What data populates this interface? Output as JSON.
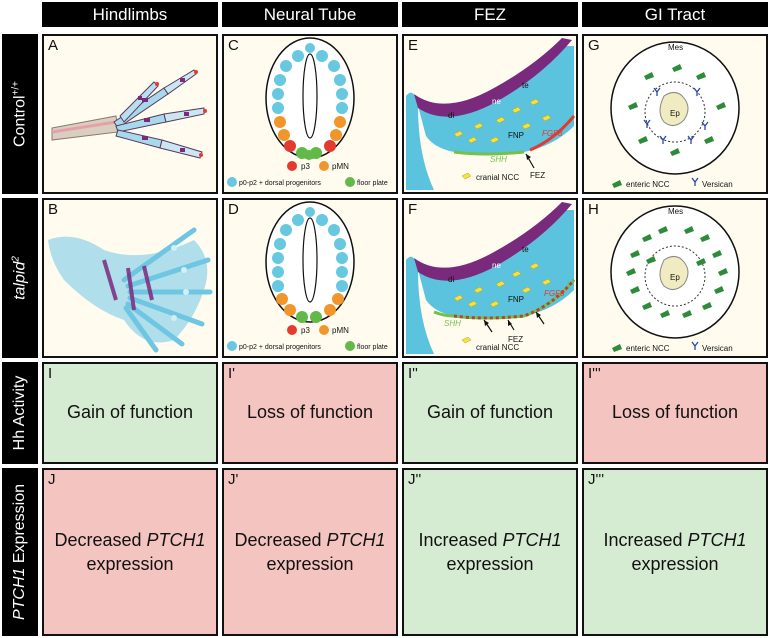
{
  "columns": [
    "Hindlimbs",
    "Neural Tube",
    "FEZ",
    "GI Tract"
  ],
  "rows": {
    "control": "Control",
    "control_sup": "+/+",
    "talpid": "talpid",
    "talpid_sup": "2",
    "hh": "Hh Activity",
    "ptch_italic": "PTCH1",
    "ptch_rest": " Expression"
  },
  "panel_letters": {
    "A": "A",
    "B": "B",
    "C": "C",
    "D": "D",
    "E": "E",
    "F": "F",
    "G": "G",
    "H": "H",
    "I": "I",
    "I1": "I'",
    "I2": "I''",
    "I3": "I'''",
    "J": "J",
    "J1": "J'",
    "J2": "J''",
    "J3": "J'''"
  },
  "neural_tube_legend": {
    "p3": "p3",
    "pmn": "pMN",
    "dorsal": "p0-p2 + dorsal progenitors",
    "floor": "floor plate"
  },
  "fez_labels": {
    "te": "te",
    "ne": "ne",
    "di": "di",
    "fnp": "FNP",
    "shh": "SHH",
    "fgf8": "FGF8",
    "fez": "FEZ",
    "ncc": "cranial NCC"
  },
  "gi_labels": {
    "mes": "Mes",
    "ep": "Ep",
    "enteric": "enteric NCC",
    "versican": "Versican"
  },
  "hh_activity": [
    "Gain of function",
    "Loss of function",
    "Gain of function",
    "Loss of function"
  ],
  "ptch_expression": [
    {
      "pre": "Decreased ",
      "gene": "PTCH1",
      "post": "expression"
    },
    {
      "pre": "Decreased ",
      "gene": "PTCH1",
      "post": "expression"
    },
    {
      "pre": "Increased ",
      "gene": "PTCH1",
      "post": "expression"
    },
    {
      "pre": "Increased ",
      "gene": "PTCH1",
      "post": "expression"
    }
  ],
  "colors": {
    "positive_bg": "#d6ecd2",
    "negative_bg": "#f4c4c0",
    "progenitor": "#67c8e0",
    "p3": "#e33b2e",
    "pmn": "#f0962a",
    "floor_plate": "#62b947",
    "fnp": "#5cc3de",
    "neuroectoderm": "#7a2a7d",
    "shh": "#74c04a",
    "fgf8": "#e23a2e",
    "ncc": "#f5e23c",
    "enteric": "#2e8b3b",
    "versican": "#2847a8"
  }
}
